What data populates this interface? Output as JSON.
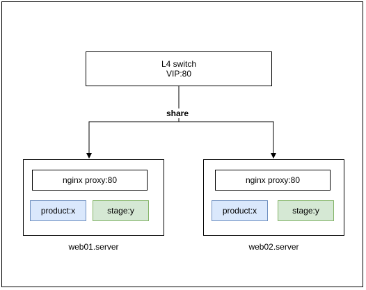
{
  "switch": {
    "line1": "L4 switch",
    "line2": "VIP:80"
  },
  "edge_label": "share",
  "servers": [
    {
      "name": "web01.server",
      "proxy": "nginx proxy:80",
      "apps": [
        "product:x",
        "stage:y"
      ]
    },
    {
      "name": "web02.server",
      "proxy": "nginx proxy:80",
      "apps": [
        "product:x",
        "stage:y"
      ]
    }
  ],
  "colors": {
    "product_fill": "#dae8fc",
    "product_stroke": "#6c8ebf",
    "stage_fill": "#d5e8d4",
    "stage_stroke": "#82b366"
  }
}
